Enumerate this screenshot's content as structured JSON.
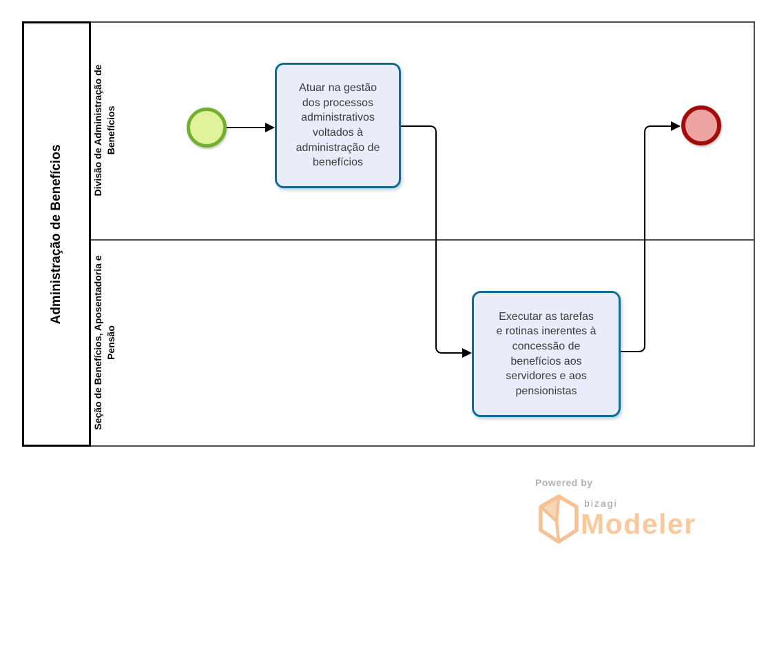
{
  "diagram": {
    "pool": {
      "title": "Administração de Benefícios",
      "lanes": [
        {
          "label": "Divisão de Administração de Benefícios"
        },
        {
          "label": "Seção de Benefícios, Aposentadoria e Pensão"
        }
      ]
    },
    "elements": {
      "start_event": {
        "type": "start-event"
      },
      "task_1": {
        "label": "Atuar na gestão dos processos administrativos voltados à administração de benefícios"
      },
      "task_2": {
        "label": "Executar as tarefas e rotinas inerentes à concessão de benefícios aos servidores e aos pensionistas"
      },
      "end_event": {
        "type": "end-event"
      }
    },
    "flows": [
      {
        "from": "start_event",
        "to": "task_1"
      },
      {
        "from": "task_1",
        "to": "task_2"
      },
      {
        "from": "task_2",
        "to": "end_event"
      }
    ]
  },
  "branding": {
    "powered_by": "Powered by",
    "brand": "bizagi",
    "product": "Modeler"
  },
  "colors": {
    "pool_border": "#000000",
    "lane_border": "#4d4d4d",
    "task_border": "#0f6a96",
    "task_fill": "#e9edfa",
    "task_text": "#3c3c3c",
    "start_border": "#70b02c",
    "start_fill": "#e0f29b",
    "end_border": "#a30b0a",
    "end_fill": "#efa4a4",
    "flow": "#000000",
    "brand_orange": "#f9c89b",
    "brand_gray": "#9c9c9c"
  }
}
